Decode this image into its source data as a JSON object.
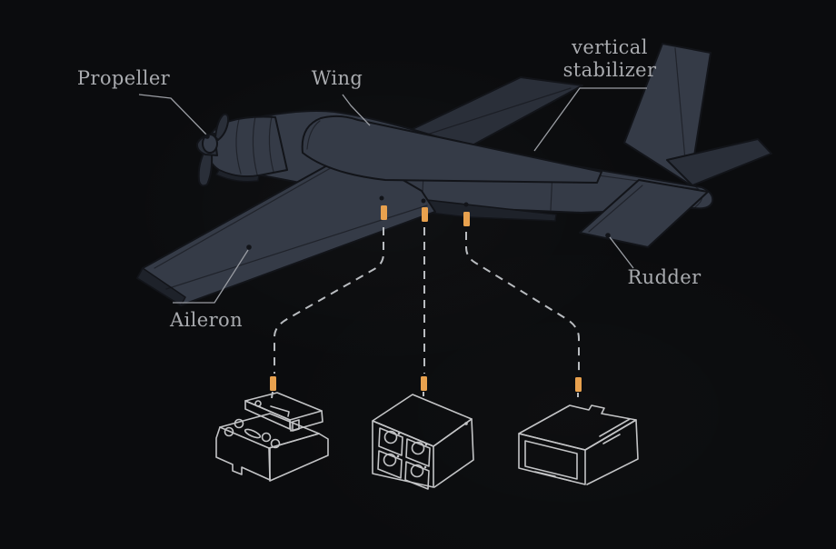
{
  "labels": {
    "propeller": "Propeller",
    "wing": "Wing",
    "vertical_stabilizer_line1": "vertical",
    "vertical_stabilizer_line2": "stabilizer",
    "rudder": "Rudder",
    "aileron": "Aileron"
  },
  "colors": {
    "background": "#0b0c0e",
    "airframe": "#353b47",
    "airframe_dark": "#2a2f39",
    "airframe_darker": "#1e222a",
    "outline": "#121419",
    "label_text": "#a9abaf",
    "leader_line": "#9a9da3",
    "wire_dashed": "#b9bcc0",
    "connector": "#e8a14e",
    "component_stroke": "#c3c4c6"
  }
}
